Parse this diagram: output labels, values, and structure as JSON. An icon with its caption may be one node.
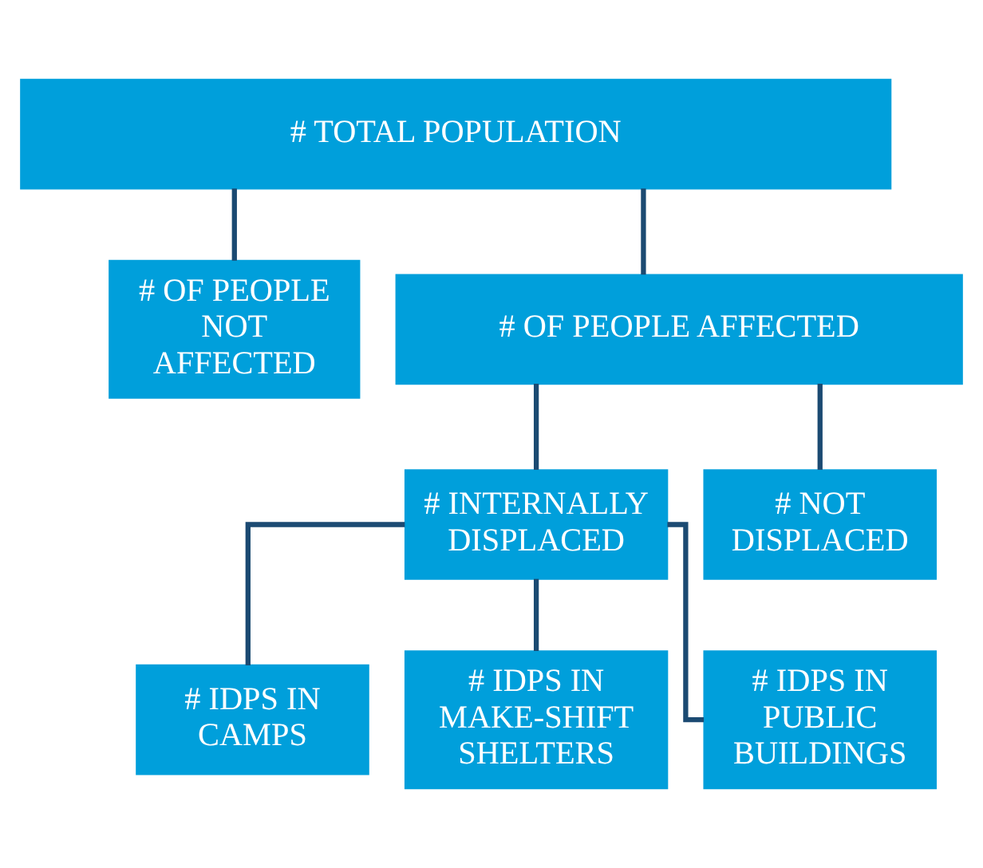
{
  "diagram": {
    "nodes": [
      {
        "text": [
          "# TOTAL POPULATION"
        ]
      },
      {
        "text": [
          "# OF PEOPLE NOT AFFECTED"
        ]
      },
      {
        "text": [
          "# OF PEOPLE AFFECTED"
        ]
      },
      {
        "text": [
          "# INTERNALLY DISPLACED"
        ]
      },
      {
        "text": [
          "# NOT DISPLACED"
        ]
      },
      {
        "text": [
          "# IDPS IN CAMPS"
        ]
      },
      {
        "text": [
          "# IDPS IN MAKE-SHIFT SHELTERS"
        ]
      },
      {
        "text": [
          "# IDPS IN PUBLIC BUILDINGS"
        ]
      }
    ],
    "edges": [
      {
        "from": 0,
        "to": 1,
        "arrow": "none"
      },
      {
        "from": 0,
        "to": 2,
        "arrow": "none"
      },
      {
        "from": 2,
        "to": 3,
        "arrow": "none"
      },
      {
        "from": 2,
        "to": 4,
        "arrow": "none"
      },
      {
        "from": 3,
        "to": 5,
        "arrow": "none"
      },
      {
        "from": 3,
        "to": 6,
        "arrow": "none"
      },
      {
        "from": 3,
        "to": 7,
        "arrow": "none"
      }
    ]
  }
}
